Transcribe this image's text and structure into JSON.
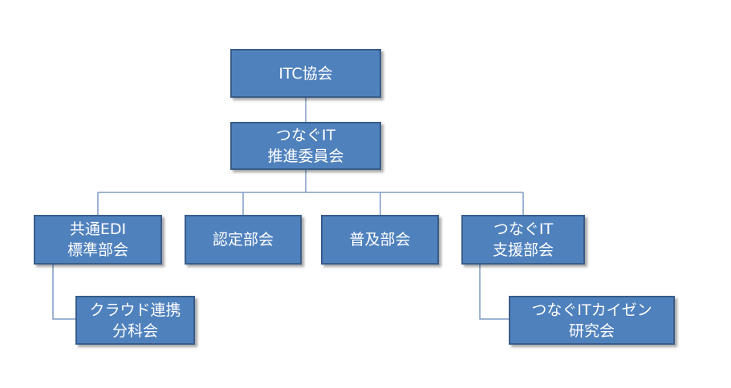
{
  "colors": {
    "box_fill": "#4f81bd",
    "box_border": "#385d8a",
    "connector": "#7f9bc4",
    "text": "#ffffff"
  },
  "nodes": {
    "itc": {
      "lines": [
        "ITC協会"
      ]
    },
    "committee": {
      "lines": [
        "つなぐIT",
        "推進委員会"
      ]
    },
    "edi": {
      "lines": [
        "共通EDI",
        "標準部会"
      ]
    },
    "cert": {
      "lines": [
        "認定部会"
      ]
    },
    "promo": {
      "lines": [
        "普及部会"
      ]
    },
    "support": {
      "lines": [
        "つなぐIT",
        "支援部会"
      ]
    },
    "cloud": {
      "lines": [
        "クラウド連携",
        "分科会"
      ]
    },
    "kaizen": {
      "lines": [
        "つなぐITカイゼン",
        "研究会"
      ]
    }
  }
}
